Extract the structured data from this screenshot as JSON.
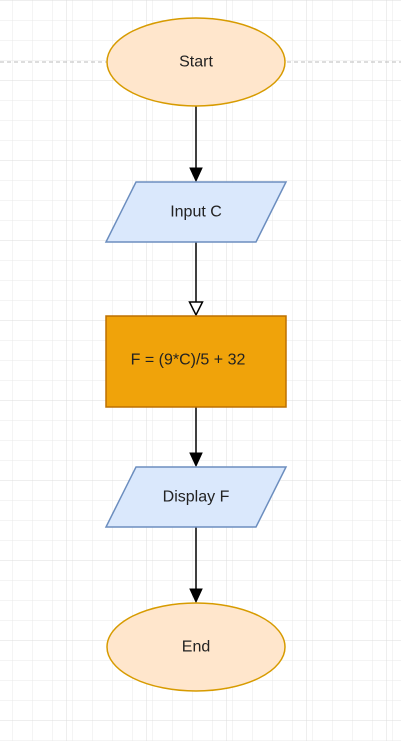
{
  "flowchart": {
    "nodes": {
      "start": {
        "label": "Start",
        "shape": "ellipse",
        "fill": "#ffe6cc",
        "stroke": "#d79b00"
      },
      "input": {
        "label": "Input C",
        "shape": "parallelogram",
        "fill": "#dae8fc",
        "stroke": "#6c8ebf"
      },
      "process": {
        "label": "F = (9*C)/5 + 32",
        "shape": "rectangle",
        "fill": "#f0a30a",
        "stroke": "#bd7000"
      },
      "output": {
        "label": "Display F",
        "shape": "parallelogram",
        "fill": "#dae8fc",
        "stroke": "#6c8ebf"
      },
      "end": {
        "label": "End",
        "shape": "ellipse",
        "fill": "#ffe6cc",
        "stroke": "#d79b00"
      }
    },
    "edges": [
      {
        "from": "start",
        "to": "input",
        "arrowhead": "filled"
      },
      {
        "from": "input",
        "to": "process",
        "arrowhead": "open"
      },
      {
        "from": "process",
        "to": "output",
        "arrowhead": "filled"
      },
      {
        "from": "output",
        "to": "end",
        "arrowhead": "filled"
      }
    ]
  },
  "colors": {
    "grid": "#e6e6e6",
    "edge": "#000000",
    "page_break": "#bbbbbb"
  }
}
